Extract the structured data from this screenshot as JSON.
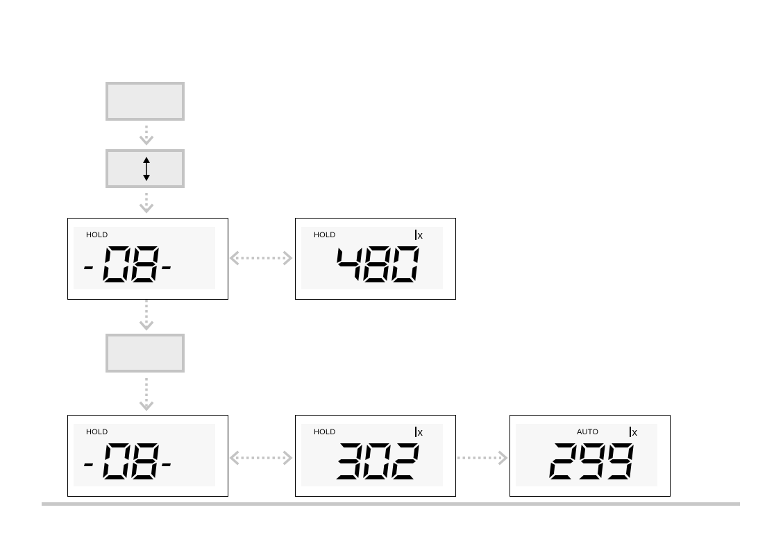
{
  "key_steps": [
    {
      "id": "key-1",
      "label": ""
    },
    {
      "id": "key-2",
      "icon": "up-down-arrow-icon"
    },
    {
      "id": "key-3",
      "label": ""
    }
  ],
  "displays": [
    {
      "id": "row1-left",
      "mode": "HOLD",
      "unit": "",
      "digits": "-08-"
    },
    {
      "id": "row1-right",
      "mode": "HOLD",
      "unit": "x",
      "digits": "480"
    },
    {
      "id": "row2-left",
      "mode": "HOLD",
      "unit": "",
      "digits": "-08-"
    },
    {
      "id": "row2-mid",
      "mode": "HOLD",
      "unit": "x",
      "digits": "302"
    },
    {
      "id": "row2-right",
      "mode": "AUTO",
      "unit": "x",
      "digits": "299"
    }
  ],
  "colors": {
    "connector": "#c4c4c4",
    "key_fill": "#ebebeb",
    "lcd_border": "#000000"
  }
}
